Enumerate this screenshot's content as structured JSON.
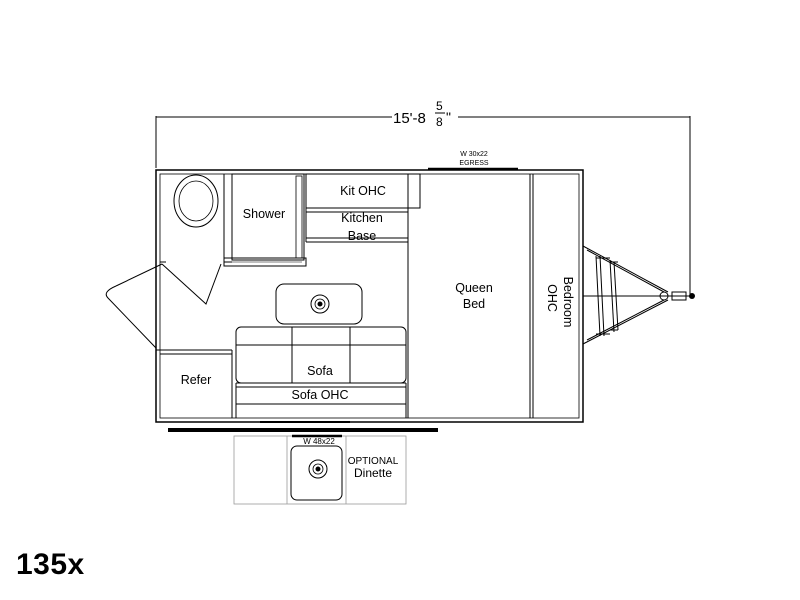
{
  "dimension": {
    "main": "15'-8",
    "frac_num": "5",
    "frac_den": "8",
    "unit": "\""
  },
  "window_top": {
    "size": "W 30x22",
    "note": "EGRESS"
  },
  "rooms": {
    "kit_ohc": "Kit OHC",
    "kitchen_base_1": "Kitchen",
    "kitchen_base_2": "Base",
    "shower": "Shower",
    "queen_bed_1": "Queen",
    "queen_bed_2": "Bed",
    "bedroom_ohc_1": "Bedroom",
    "bedroom_ohc_2": "OHC",
    "refer": "Refer",
    "sofa": "Sofa",
    "sofa_ohc": "Sofa OHC"
  },
  "dinette": {
    "window": "W 48x22",
    "label_1": "OPTIONAL",
    "label_2": "Dinette"
  },
  "model": "135x"
}
